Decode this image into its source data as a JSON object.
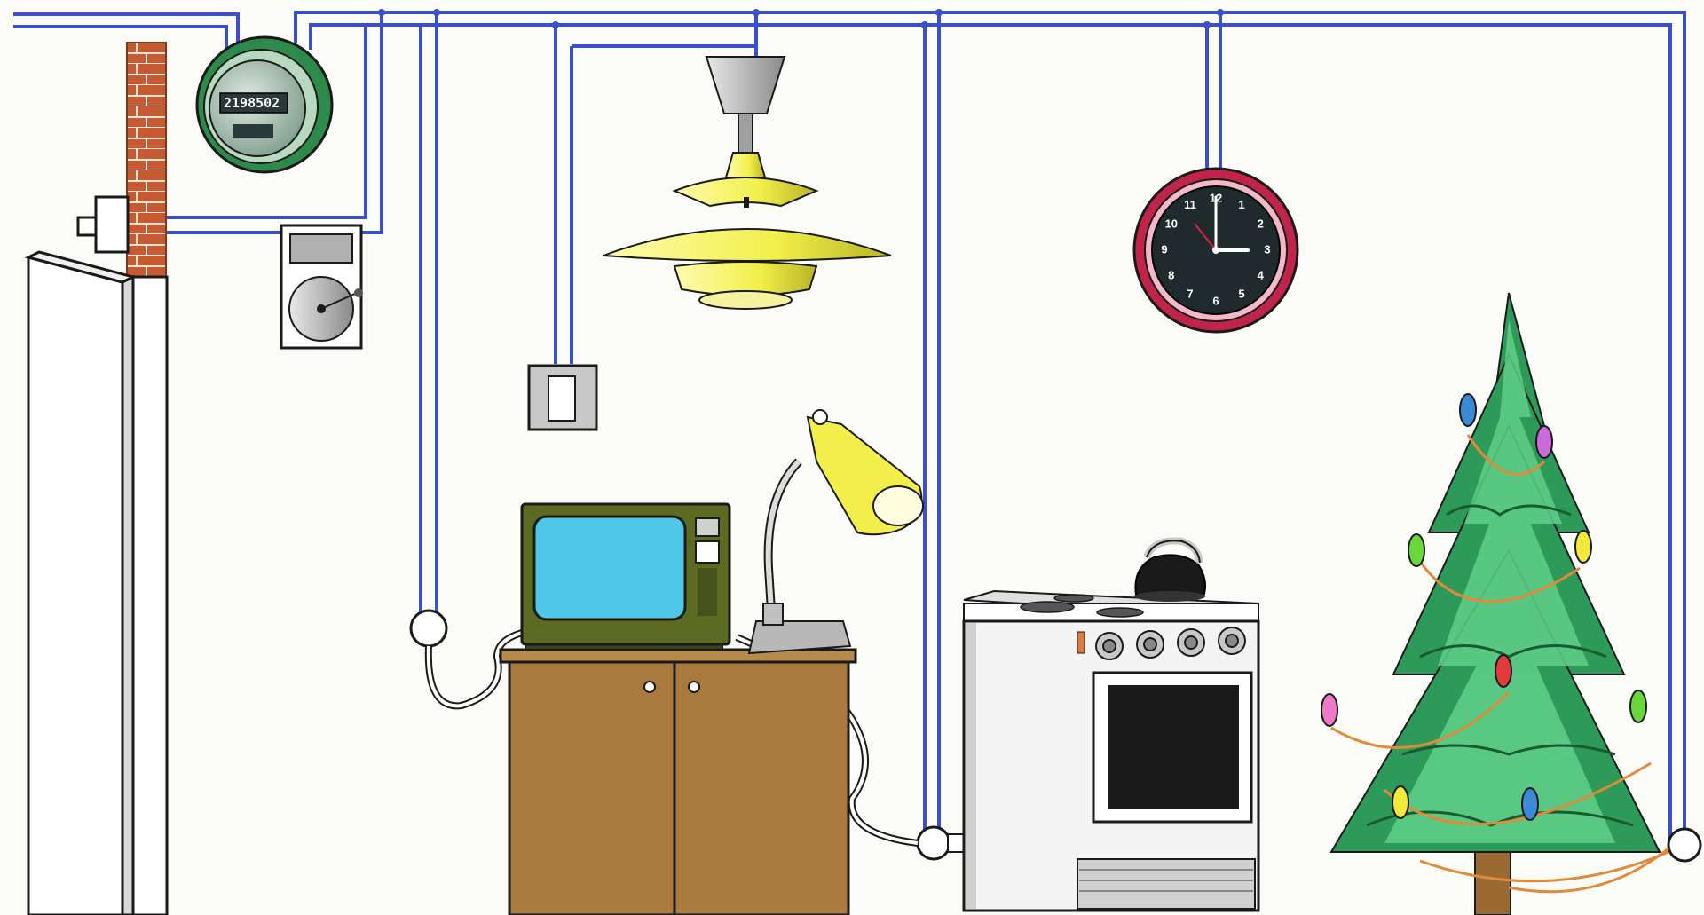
{
  "meter": {
    "reading": "2198502",
    "brand": "",
    "subtext": ""
  },
  "clock": {
    "numbers": [
      "12",
      "1",
      "2",
      "3",
      "4",
      "5",
      "6",
      "7",
      "8",
      "9",
      "10",
      "11"
    ],
    "time": "3:00"
  },
  "colors": {
    "wire": "#3a4fc8",
    "brick": "#c85a32",
    "meter_ring": "#2e8a4a",
    "lamp_yellow": "#f2ef4a",
    "tv_screen": "#4ec8e6",
    "tv_body": "#5b6b22",
    "cabinet": "#a87a3e",
    "clock_ring": "#c0244a",
    "tree": "#2e9a5a",
    "tree_light": "#5fd08a",
    "garland": "#e08a3a"
  },
  "icons": [
    "electric-meter-icon",
    "doorbell-icon",
    "ceiling-lamp-icon",
    "light-switch-icon",
    "wall-clock-icon",
    "television-icon",
    "desk-lamp-icon",
    "stove-icon",
    "kettle-icon",
    "christmas-tree-icon",
    "wall-socket-icon",
    "refrigerator-icon"
  ]
}
